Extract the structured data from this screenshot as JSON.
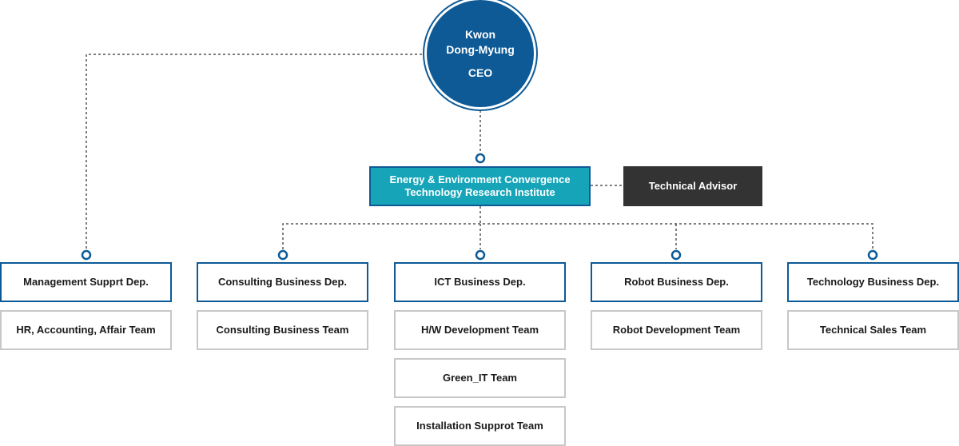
{
  "ceo": {
    "name_line1": "Kwon",
    "name_line2": "Dong-Myung",
    "title": "CEO"
  },
  "institute": {
    "line1": "Energy & Environment Convergence",
    "line2": "Technology Research Institute"
  },
  "advisor": {
    "label": "Technical Advisor"
  },
  "departments": [
    {
      "name": "Management Supprt Dep.",
      "teams": [
        "HR, Accounting, Affair Team"
      ]
    },
    {
      "name": "Consulting Business Dep.",
      "teams": [
        "Consulting Business Team"
      ]
    },
    {
      "name": "ICT Business Dep.",
      "teams": [
        "H/W Development Team",
        "Green_IT Team",
        "Installation Supprot Team"
      ]
    },
    {
      "name": "Robot Business Dep.",
      "teams": [
        "Robot Development Team"
      ]
    },
    {
      "name": "Technology Business Dep.",
      "teams": [
        "Technical Sales Team"
      ]
    }
  ],
  "colors": {
    "primary": "#0d5a96",
    "institute": "#16a5b8",
    "advisor": "#333333",
    "team_border": "#c8c8c8",
    "connector": "#555555"
  }
}
